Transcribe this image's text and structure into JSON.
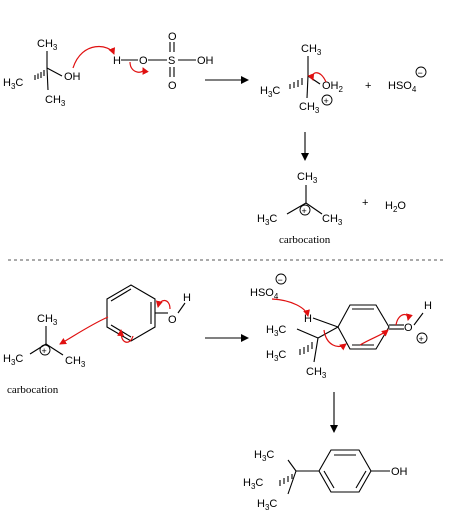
{
  "labels": {
    "ch3": "CH",
    "h3c": "H",
    "c": "C",
    "n3": "3",
    "oh": "OH",
    "h": "H",
    "o": "O",
    "s": "S",
    "oh2": "OH",
    "n2": "2",
    "plus": "+",
    "minus": "−",
    "hso": "HSO",
    "n4": "4",
    "h2o_h": "H",
    "h2o_o": "O",
    "carbocation_top": "carbocation",
    "carbocation_bottom": "carbocation"
  },
  "colors": {
    "curly_arrow": "#e01010",
    "ink": "#000000",
    "separator": "#555555"
  }
}
